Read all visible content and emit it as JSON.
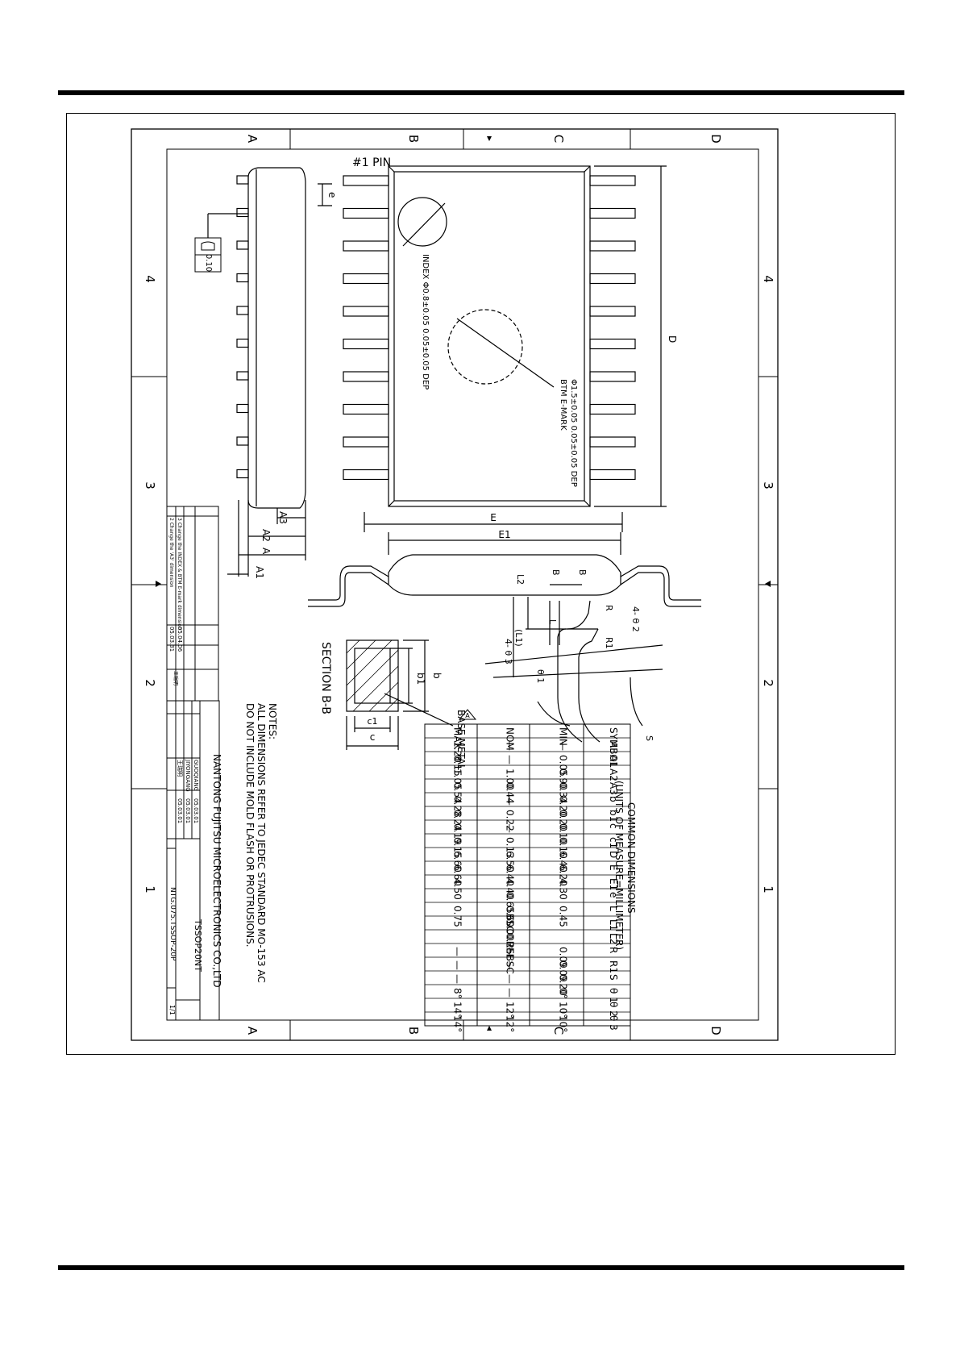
{
  "zones": {
    "top": [
      "A",
      "B",
      "C",
      "D"
    ],
    "side": [
      "4",
      "3",
      "2",
      "1"
    ]
  },
  "labels": {
    "pin1": "#1 PIN",
    "e": "e",
    "D": "D",
    "E": "E",
    "E1": "E1",
    "A": "A",
    "A1": "A1",
    "A2": "A2",
    "A3": "A3",
    "flatness": "0.10",
    "index_note": "INDEX Φ0.8±0.05 0.05±0.05 DEP",
    "emark_note1": "Φ1.5±0.05 0.05±0.05 DEP",
    "emark_note2": "BTM E-MARK",
    "B": "B",
    "L2": "L2",
    "L": "L",
    "L1": "(L1)",
    "R": "R",
    "R1": "R1",
    "theta2": "4- θ 2",
    "theta3": "4- θ 3",
    "theta1": "θ 1",
    "S": "S",
    "section": "SECTION B-B",
    "base_metal": "BASE METAL",
    "b": "b",
    "b1": "b1",
    "c": "c",
    "c1": "c1",
    "rev_mark": "A"
  },
  "notes": {
    "title": "NOTES:",
    "line1": "ALL DIMENSIONS REFER TO JEDEC STANDARD MO-153 AC",
    "line2": "DO NOT INCLUDE MOLD FLASH OR PROTRUSIONS."
  },
  "table": {
    "title1": "COMMON DIMENSIONS",
    "title2": "(UNITS OF MEASURE=MILLIMETER)",
    "headers": [
      "SYMBOL",
      "MIN",
      "NOM",
      "MAX"
    ],
    "rows": [
      [
        "A",
        "—",
        "—",
        "1.20"
      ],
      [
        "A1",
        "0.05",
        "—",
        "0.15"
      ],
      [
        "A2",
        "0.90",
        "1.00",
        "1.05"
      ],
      [
        "A3",
        "0.34",
        "0.44",
        "0.54"
      ],
      [
        "b",
        "0.20",
        "—",
        "0.28"
      ],
      [
        "b1",
        "0.20",
        "0.22",
        "0.24"
      ],
      [
        "c",
        "0.10",
        "—",
        "0.19"
      ],
      [
        "c1",
        "0.10",
        "0.13",
        "0.15"
      ],
      [
        "D",
        "6.40",
        "6.50",
        "6.60"
      ],
      [
        "E",
        "6.20",
        "6.40",
        "6.60"
      ],
      [
        "E1",
        "4.30",
        "4.40",
        "4.50"
      ],
      [
        "e",
        "",
        "0.65BSC",
        ""
      ],
      [
        "L",
        "0.45",
        "0.60",
        "0.75"
      ],
      [
        "L1",
        "",
        "1.00REF",
        ""
      ],
      [
        "L2",
        "",
        "0.25BSC",
        ""
      ],
      [
        "R",
        "0.09",
        "—",
        "—"
      ],
      [
        "R1",
        "0.09",
        "—",
        "—"
      ],
      [
        "S",
        "0.20",
        "—",
        "—"
      ],
      [
        "θ 1",
        "0°",
        "—",
        "8°"
      ],
      [
        "θ 2",
        "10°",
        "12°",
        "14°"
      ],
      [
        "θ 3",
        "10°",
        "12°",
        "14°"
      ]
    ]
  },
  "title_block": {
    "company": "NANTONG FUJITSU MICROELECTRONICS CO.,LTD",
    "title": "TSSOP20NT",
    "dwg_no": "NTG.075.TSSOP-20P",
    "sheet": "1/1",
    "names": [
      "GUOQIANG",
      "JIYONGANG",
      "王瑞明"
    ],
    "dates": [
      "05.03.01",
      "05.03.01",
      "05.03.01"
    ],
    "rev1": "3  Change the INDEX & BTM E-mark dimension",
    "rev2": "2  Change the 'A3' dimension",
    "rev_date1": "05.04.06",
    "rev_date2": "05.03.31",
    "rev_approver": "王瑞明"
  }
}
